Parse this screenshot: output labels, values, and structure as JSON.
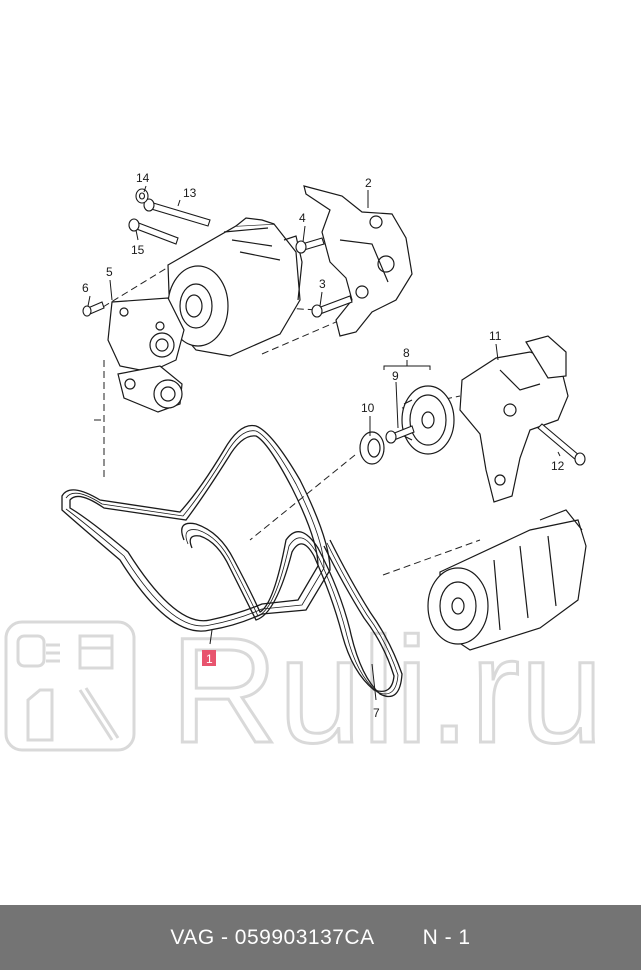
{
  "callouts": {
    "c1": "1",
    "c2": "2",
    "c3": "3",
    "c4": "4",
    "c5": "5",
    "c6": "6",
    "c7": "7",
    "c8": "8",
    "c9": "9",
    "c10": "10",
    "c11": "11",
    "c12": "12",
    "c13": "13",
    "c14": "14",
    "c15": "15"
  },
  "highlight_color": "#e8546e",
  "watermark": {
    "text": "Ruli.ru",
    "color": "#d9d9d9"
  },
  "footer": {
    "brand_code": "VAG - 059903137CA",
    "qty": "N - 1"
  }
}
